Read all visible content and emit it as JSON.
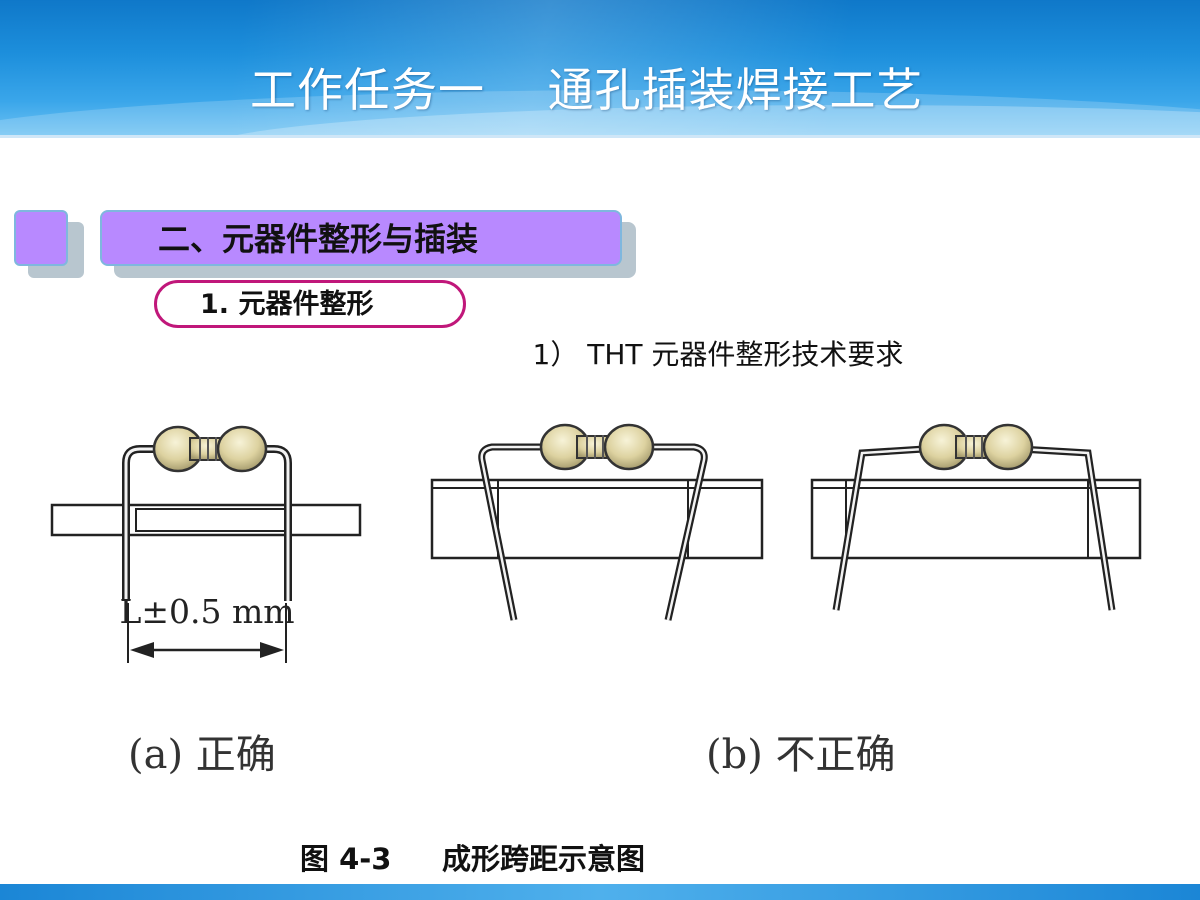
{
  "slide": {
    "title": "工作任务一    通孔插装焊接工艺",
    "section_title": "二、元器件整形与插装",
    "subsection_title": "1. 元器件整形",
    "requirement": "1） THT 元器件整形技术要求",
    "figure": {
      "dimension_label": "L±0.5 mm",
      "caption_a": "(a) 正确",
      "caption_b": "(b) 不正确",
      "caption": "图 4-3     成形跨距示意图"
    }
  },
  "colors": {
    "header_blue": "#1d8fdc",
    "section_purple": "#b889ff",
    "pill_border": "#c0177a"
  }
}
